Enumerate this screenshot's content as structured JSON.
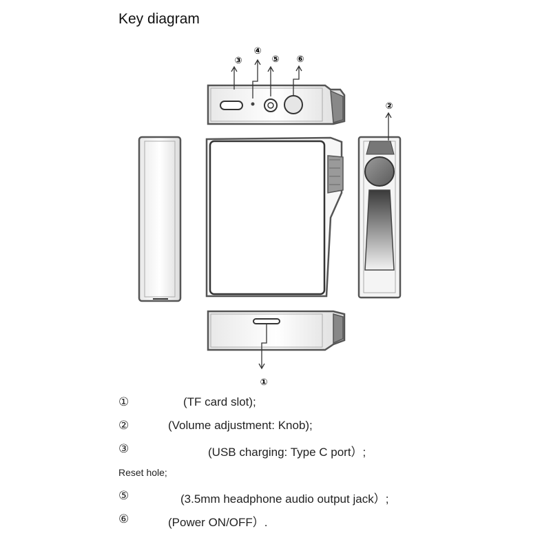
{
  "title": "Key diagram",
  "callouts": [
    "①",
    "②",
    "③",
    "④",
    "⑤",
    "⑥"
  ],
  "legend": [
    {
      "number": "①",
      "text": "(TF card slot);"
    },
    {
      "number": "②",
      "text": "(Volume adjustment: Knob);"
    },
    {
      "number": "③",
      "text": "(USB charging: Type C port）;"
    },
    {
      "number": "",
      "text": "Reset hole;"
    },
    {
      "number": "⑤",
      "text": "(3.5mm headphone audio output jack）;"
    },
    {
      "number": "⑥",
      "text": "(Power ON/OFF）."
    }
  ],
  "colors": {
    "outline": "#555555",
    "frame": "#8a8a8a",
    "text": "#222222"
  }
}
